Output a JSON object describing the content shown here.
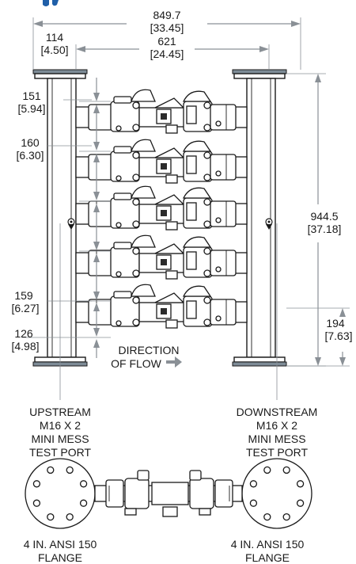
{
  "dimensions": {
    "overall_width": {
      "mm": "849.7",
      "in": "[33.45]"
    },
    "manifold_offset": {
      "mm": "114",
      "in": "[4.50]"
    },
    "flange_spacing": {
      "mm": "621",
      "in": "[24.45]"
    },
    "top_spacing": {
      "mm": "151",
      "in": "[5.94]"
    },
    "valve_pitch": {
      "mm": "160",
      "in": "[6.30]"
    },
    "overall_height": {
      "mm": "944.5",
      "in": "[37.18]"
    },
    "bottom_pitch": {
      "mm": "159",
      "in": "[6.27]"
    },
    "bottom_spacing": {
      "mm": "126",
      "in": "[4.98]"
    },
    "outlet_height": {
      "mm": "194",
      "in": "[7.63]"
    }
  },
  "flow_label": {
    "line1": "DIRECTION",
    "line2": "OF FLOW",
    "arrow": "➡"
  },
  "test_ports": {
    "upstream": [
      "UPSTREAM",
      "M16 X 2",
      "MINI MESS",
      "TEST PORT"
    ],
    "downstream": [
      "DOWNSTREAM",
      "M16 X 2",
      "MINI MESS",
      "TEST PORT"
    ]
  },
  "flanges": {
    "left": [
      "4 IN. ANSI 150",
      "FLANGE"
    ],
    "right": [
      "4 IN. ANSI 150",
      "FLANGE"
    ]
  },
  "colors": {
    "dimension": "#8a9096",
    "line": "#1a1a1a",
    "flange_face": "#7d8b96",
    "brand": "#1f5fa8"
  },
  "valve_count": 5
}
